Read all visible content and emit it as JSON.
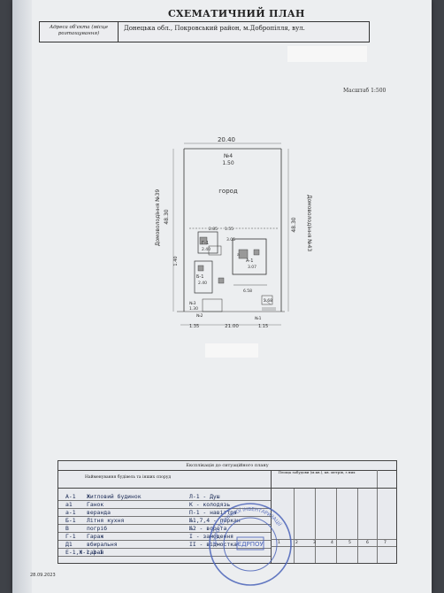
{
  "document": {
    "title": "СХЕМАТИЧНИЙ ПЛАН",
    "address_label": "Адреса об'єкта (місце розташування)",
    "address_value": "Донецька обл., Покровський район, м.Добропілля, вул.",
    "scale": "Масштаб 1:500",
    "date": "28.09.2023"
  },
  "plan": {
    "top_width": "20.40",
    "top_lot": "№4",
    "top_lot_dim": "1.50",
    "garden": "город",
    "left_neighbor": "Домоволодіння №39",
    "right_neighbor": "Домоволодіння №43",
    "left_height": "48.30",
    "right_height": "48.30",
    "bottom_width": "21.00",
    "bottom_left": "1.35",
    "bottom_right": "1.15",
    "side_left": "1.40",
    "lot_n1": "№1",
    "lot_n2": "№2",
    "lot_n3": "№3",
    "dim_a": "2.85",
    "dim_b": "1.55",
    "dim_c": "3.05",
    "dim_d": "6.58",
    "dim_e": "2.40",
    "dim_f": "3.07",
    "dim_g": "1.30",
    "dim_h": "2.68",
    "building_g": "Г-1",
    "building_b1": "Б-1",
    "building_a": "А-1",
    "building_ya": "а"
  },
  "legend": {
    "title": "Експлікація до ситуаційного плану",
    "col_name": "Найменування будівель та інших споруд",
    "col_header": "Площа забудови (м.кв.), кв. метрів, з них",
    "rows": [
      {
        "code": "А-1",
        "name": "Житловий будинок",
        "code2": "Л-1 - Душ"
      },
      {
        "code": "а1",
        "name": "Ганок",
        "code2": "К - колодязь"
      },
      {
        "code": "а-1",
        "name": "веранда",
        "code2": "П-1 - навіттря"
      },
      {
        "code": "Б-1",
        "name": "Літня кухня",
        "code2": "№1,7,4 - паркан"
      },
      {
        "code": "В",
        "name": "погріб",
        "code2": "№2 - ворота"
      },
      {
        "code": "Г-1",
        "name": "Гараж",
        "code2": "І - замощення"
      },
      {
        "code": "Д1",
        "name": "вбиральня",
        "code2": "ІІ - відмостка"
      },
      {
        "code": "Е-1,Ж-1,З-1",
        "name": "сарай",
        "code2": ""
      }
    ],
    "col_numbers": [
      "1",
      "2",
      "3",
      "4",
      "5",
      "6",
      "7"
    ]
  },
  "stamp": {
    "text": "БЮРО ТЕХНІЧНОЇ ІНВЕНТАРИЗАЦІЇ",
    "center": "ЄДРПОУ"
  }
}
